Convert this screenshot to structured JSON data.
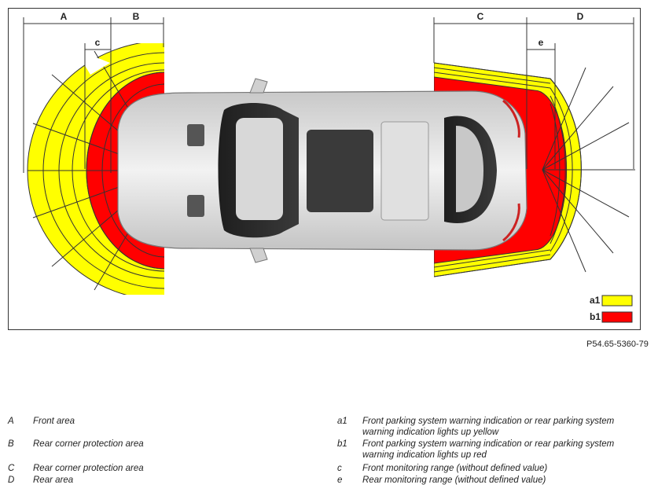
{
  "figure": {
    "dimension_labels": {
      "A": "A",
      "B": "B",
      "C": "C",
      "D": "D",
      "c": "c",
      "e": "e"
    },
    "legend": {
      "a1": {
        "label": "a1",
        "color": "#ffff00"
      },
      "b1": {
        "label": "b1",
        "color": "#ff0000"
      }
    },
    "code": "P54.65-5360-79"
  },
  "key": {
    "left": [
      {
        "key": "A",
        "text": "Front area"
      },
      {
        "key": "B",
        "text": "Rear corner protection area"
      },
      {
        "key": "C",
        "text": "Rear corner protection area"
      },
      {
        "key": "D",
        "text": "Rear area"
      }
    ],
    "right": [
      {
        "key": "a1",
        "text": "Front parking system warning indication or rear parking system warning indication lights up yellow"
      },
      {
        "key": "b1",
        "text": "Front parking system warning indication or rear parking system warning indication lights up red"
      },
      {
        "key": "c",
        "text": "Front monitoring range (without defined value)"
      },
      {
        "key": "e",
        "text": "Rear monitoring range (without defined value)"
      }
    ]
  }
}
